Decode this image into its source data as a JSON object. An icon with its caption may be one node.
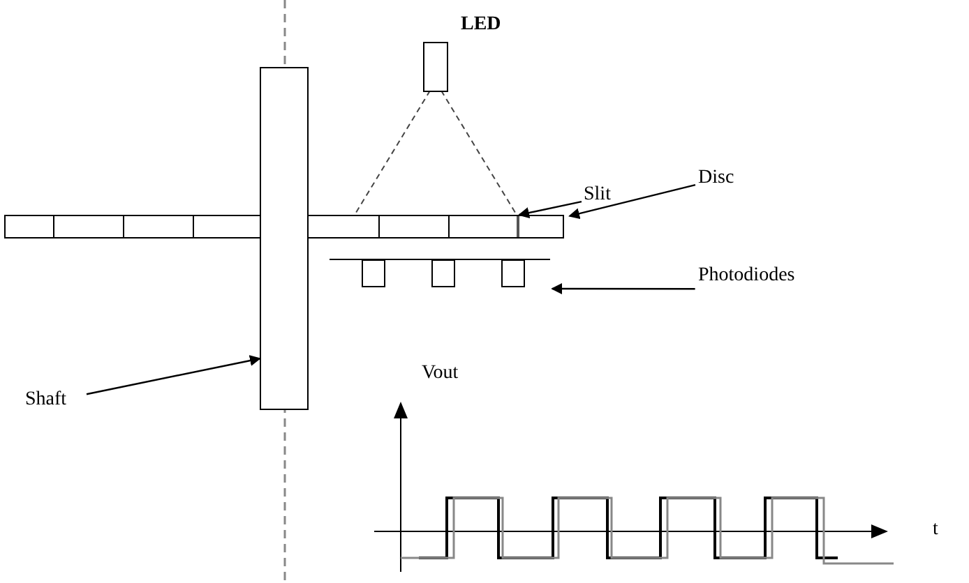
{
  "diagram": {
    "nodes": [
      {
        "text": [
          "LED"
        ]
      },
      {
        "text": [
          "Slit"
        ]
      },
      {
        "text": [
          "Disc"
        ]
      },
      {
        "text": [],
        "shape": "bar"
      },
      {
        "text": [
          "Photodiodes"
        ]
      },
      {
        "text": [],
        "shape": "box"
      },
      {
        "text": [
          "Shaft"
        ]
      },
      {
        "text": [],
        "shape": "bar"
      }
    ],
    "edges": [
      {
        "from": 1,
        "to": 3,
        "arrow": "to"
      },
      {
        "from": 2,
        "to": 3,
        "arrow": "to"
      },
      {
        "from": 4,
        "to": 5,
        "arrow": "to"
      },
      {
        "from": 6,
        "to": 7,
        "arrow": "to"
      }
    ],
    "labels": [
      "Vout",
      "t"
    ]
  }
}
